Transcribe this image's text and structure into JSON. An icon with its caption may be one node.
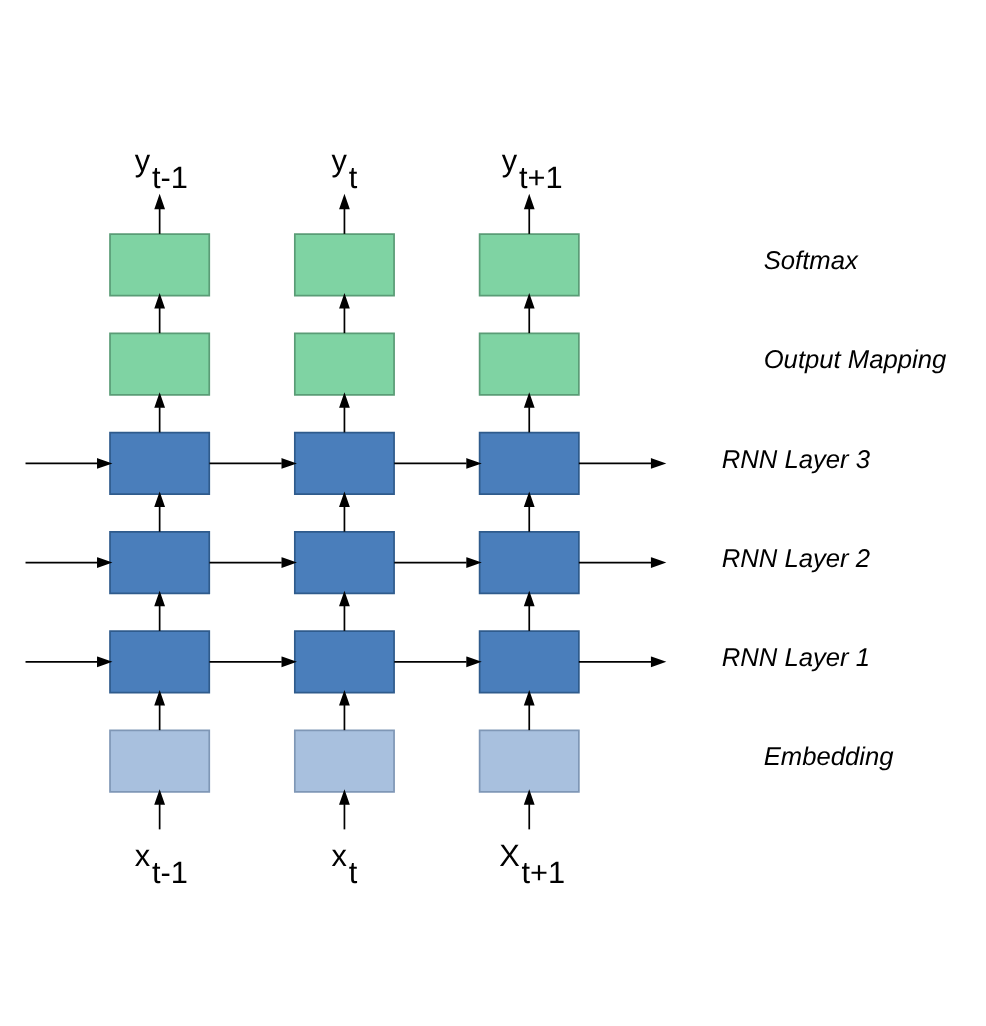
{
  "diagram": {
    "nodes": [
      {
        "text": [
          "y$_{t-1}$"
        ]
      },
      {
        "text": [
          "y$_{t}$"
        ]
      },
      {
        "text": [
          "y$_{t+1}$"
        ]
      },
      {
        "text": [],
        "shape": "box"
      },
      {
        "text": [],
        "shape": "box"
      },
      {
        "text": [],
        "shape": "box"
      },
      {
        "text": [],
        "shape": "box"
      },
      {
        "text": [],
        "shape": "box"
      },
      {
        "text": [],
        "shape": "box"
      },
      {
        "text": [],
        "shape": "box"
      },
      {
        "text": [],
        "shape": "box"
      },
      {
        "text": [],
        "shape": "box"
      },
      {
        "text": [],
        "shape": "box"
      },
      {
        "text": [],
        "shape": "box"
      },
      {
        "text": [],
        "shape": "box"
      },
      {
        "text": [],
        "shape": "box"
      },
      {
        "text": [],
        "shape": "box"
      },
      {
        "text": [],
        "shape": "box"
      },
      {
        "text": [],
        "shape": "box"
      },
      {
        "text": [],
        "shape": "box"
      },
      {
        "text": [],
        "shape": "box"
      },
      {
        "text": [
          "x$_{t-1}$"
        ]
      },
      {
        "text": [
          "x$_{t}$"
        ]
      },
      {
        "text": [
          "X$_{t+1}$"
        ]
      }
    ],
    "edges": [
      {
        "from": 21,
        "to": 18,
        "arrow": "to"
      },
      {
        "from": 22,
        "to": 19,
        "arrow": "to"
      },
      {
        "from": 23,
        "to": 20,
        "arrow": "to"
      },
      {
        "from": 18,
        "to": 15,
        "arrow": "to"
      },
      {
        "from": 19,
        "to": 16,
        "arrow": "to"
      },
      {
        "from": 20,
        "to": 17,
        "arrow": "to"
      },
      {
        "from": null,
        "to": 15,
        "arrow": "to"
      },
      {
        "from": 15,
        "to": 16,
        "arrow": "to"
      },
      {
        "from": 16,
        "to": 17,
        "arrow": "to"
      },
      {
        "from": 17,
        "to": null,
        "arrow": "to"
      },
      {
        "from": 15,
        "to": 12,
        "arrow": "to"
      },
      {
        "from": 16,
        "to": 13,
        "arrow": "to"
      },
      {
        "from": 17,
        "to": 14,
        "arrow": "to"
      },
      {
        "from": null,
        "to": 12,
        "arrow": "to"
      },
      {
        "from": 12,
        "to": 13,
        "arrow": "to"
      },
      {
        "from": 13,
        "to": 14,
        "arrow": "to"
      },
      {
        "from": 14,
        "to": null,
        "arrow": "to"
      },
      {
        "from": 12,
        "to": 9,
        "arrow": "to"
      },
      {
        "from": 13,
        "to": 10,
        "arrow": "to"
      },
      {
        "from": 14,
        "to": 11,
        "arrow": "to"
      },
      {
        "from": null,
        "to": 9,
        "arrow": "to"
      },
      {
        "from": 9,
        "to": 10,
        "arrow": "to"
      },
      {
        "from": 10,
        "to": 11,
        "arrow": "to"
      },
      {
        "from": 11,
        "to": null,
        "arrow": "to"
      },
      {
        "from": 9,
        "to": 6,
        "arrow": "to"
      },
      {
        "from": 10,
        "to": 7,
        "arrow": "to"
      },
      {
        "from": 11,
        "to": 8,
        "arrow": "to"
      },
      {
        "from": 6,
        "to": 3,
        "arrow": "to"
      },
      {
        "from": 7,
        "to": 4,
        "arrow": "to"
      },
      {
        "from": 8,
        "to": 5,
        "arrow": "to"
      },
      {
        "from": 3,
        "to": 0,
        "arrow": "to"
      },
      {
        "from": 4,
        "to": 1,
        "arrow": "to"
      },
      {
        "from": 5,
        "to": 2,
        "arrow": "to"
      }
    ],
    "labels": [
      "Softmax",
      "Output Mapping",
      "RNN Layer 3",
      "RNN Layer 2",
      "RNN Layer 1",
      "Embedding"
    ]
  }
}
